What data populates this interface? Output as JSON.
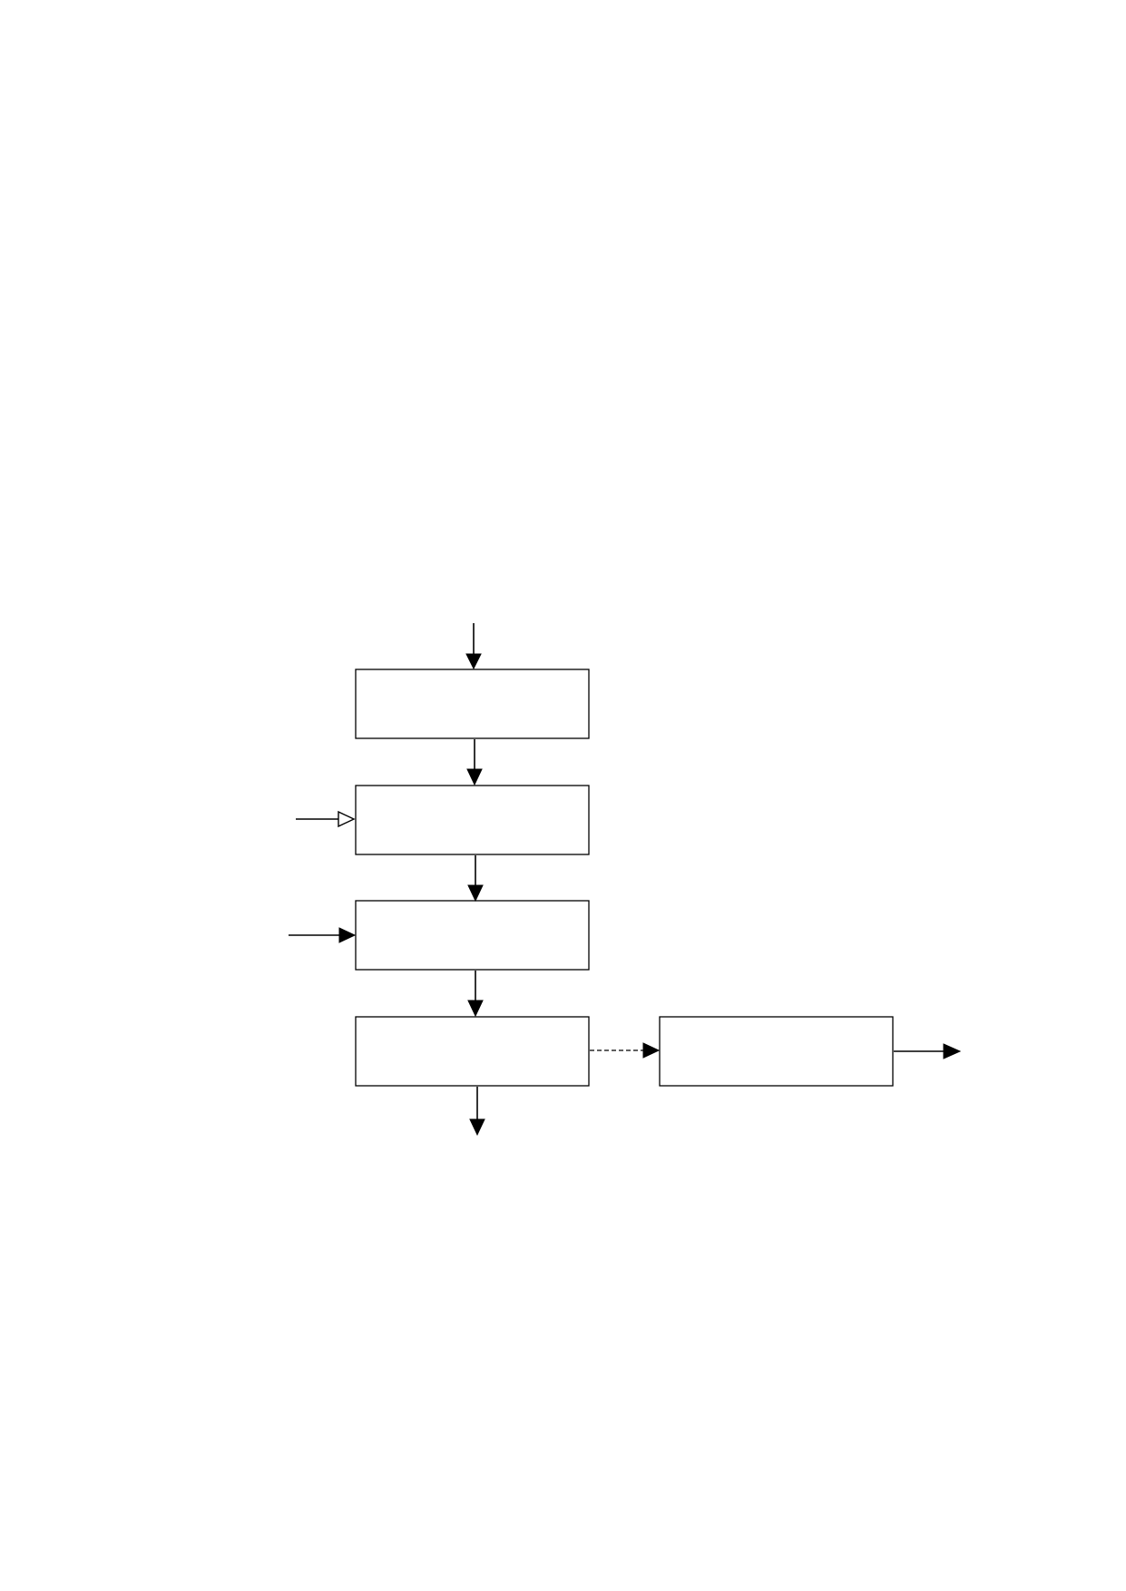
{
  "diagram": {
    "type": "flowchart",
    "boxes": [
      {
        "id": "step-1",
        "label": ""
      },
      {
        "id": "step-2",
        "label": ""
      },
      {
        "id": "step-3",
        "label": ""
      },
      {
        "id": "step-4",
        "label": ""
      },
      {
        "id": "output",
        "label": ""
      }
    ],
    "connectors": [
      {
        "id": "input-to-step-1",
        "style": "solid",
        "head": "filled"
      },
      {
        "id": "step-1-to-step-2",
        "style": "solid",
        "head": "filled"
      },
      {
        "id": "side-input-to-step-2",
        "style": "solid",
        "head": "open"
      },
      {
        "id": "step-2-to-step-3",
        "style": "solid",
        "head": "filled"
      },
      {
        "id": "side-input-to-step-3",
        "style": "solid",
        "head": "filled"
      },
      {
        "id": "step-3-to-step-4",
        "style": "solid",
        "head": "filled"
      },
      {
        "id": "step-4-exit",
        "style": "solid",
        "head": "filled"
      },
      {
        "id": "step-4-to-output",
        "style": "dashed",
        "head": "filled"
      },
      {
        "id": "output-exit",
        "style": "solid",
        "head": "filled"
      }
    ]
  }
}
